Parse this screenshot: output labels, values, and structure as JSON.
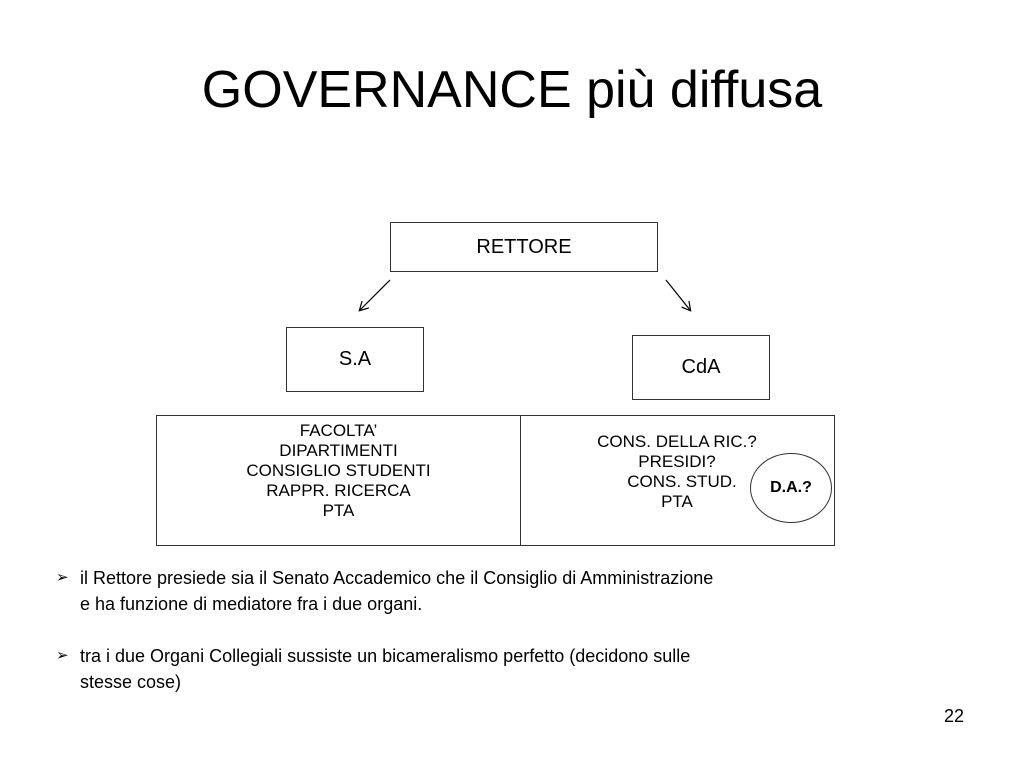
{
  "slide": {
    "title": "GOVERNANCE più diffusa",
    "page_number": "22"
  },
  "diagram": {
    "top_box": "RETTORE",
    "left_box": "S.A",
    "right_box": "CdA",
    "left_column": [
      "FACOLTA’",
      "DIPARTIMENTI",
      "CONSIGLIO STUDENTI",
      "RAPPR. RICERCA",
      "PTA"
    ],
    "right_column": [
      "CONS. DELLA RIC.?",
      "PRESIDI?",
      "CONS. STUD.",
      "PTA"
    ],
    "ellipse_label": "D.A.?"
  },
  "bullets": [
    {
      "line1": "il Rettore presiede sia il Senato Accademico che il Consiglio di Amministrazione",
      "line2": "e ha funzione di mediatore fra i due organi."
    },
    {
      "line1": "tra i due Organi Collegiali sussiste un bicameralismo perfetto (decidono sulle",
      "line2": "stesse cose)"
    }
  ],
  "bullet_marker": "➢"
}
